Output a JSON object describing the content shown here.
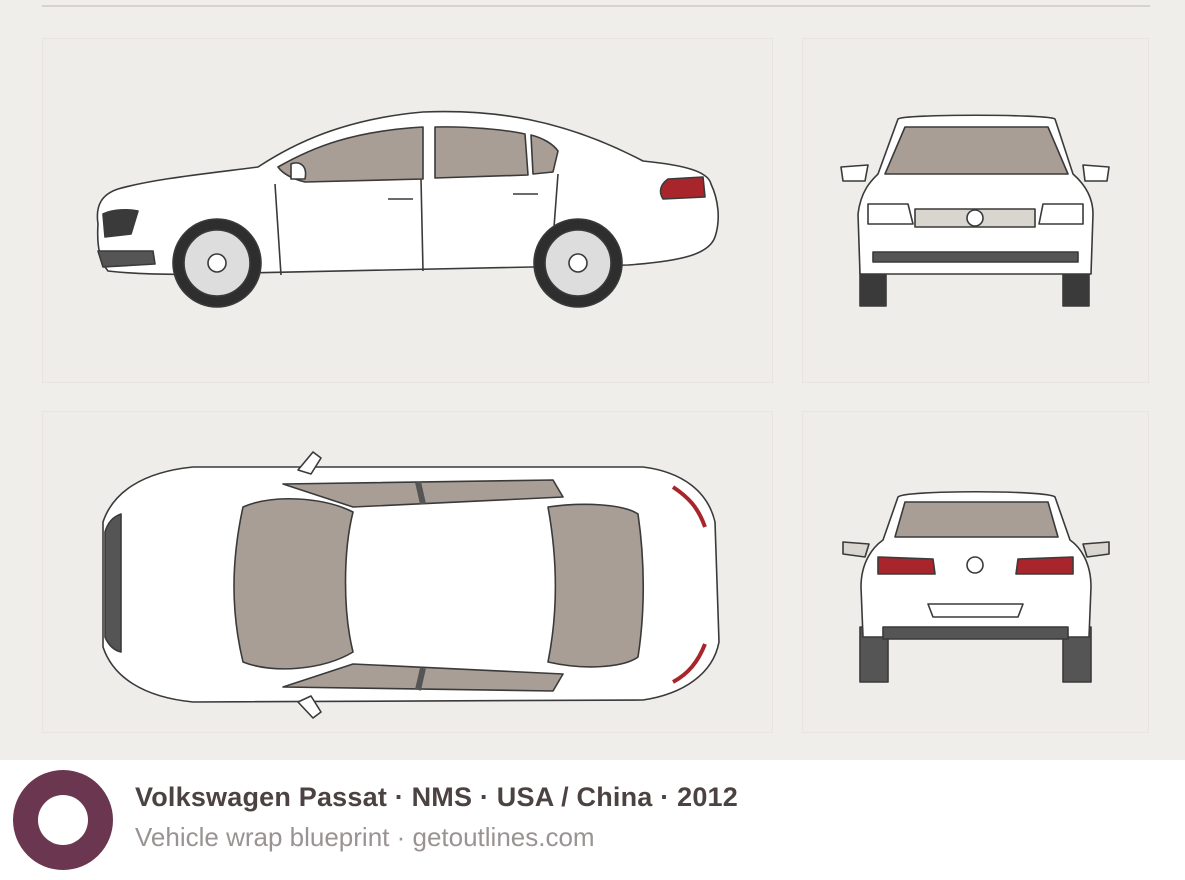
{
  "pin": {
    "title": "Volkswagen Passat · NMS · USA / China · 2012",
    "subtitle": "Vehicle wrap blueprint · getoutlines.com"
  },
  "views": [
    {
      "name": "side-view",
      "icon": "car-side-icon"
    },
    {
      "name": "front-view",
      "icon": "car-front-icon"
    },
    {
      "name": "top-view",
      "icon": "car-top-icon"
    },
    {
      "name": "rear-view",
      "icon": "car-rear-icon"
    }
  ],
  "colors": {
    "background": "#f0eeea",
    "glass": "#a89e95",
    "taillight": "#a8262b",
    "outline": "#3a3a3a",
    "avatar": "#6b3650"
  }
}
